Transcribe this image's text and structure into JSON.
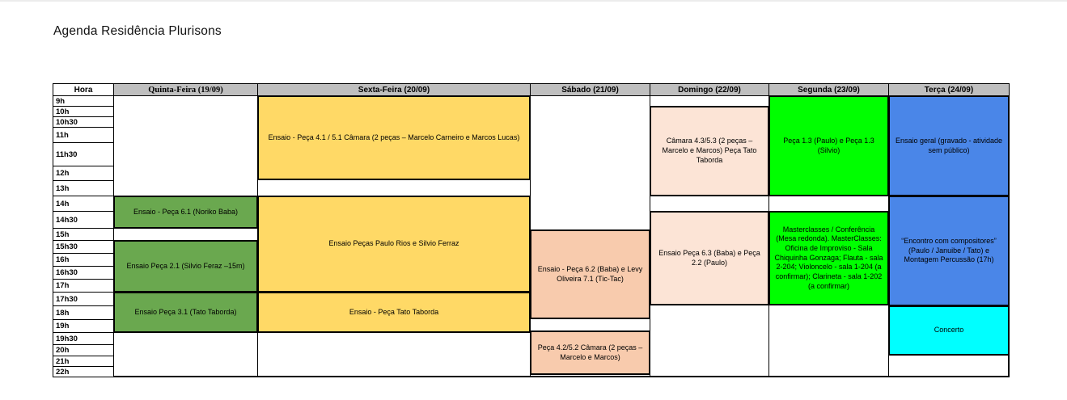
{
  "title": "Agenda Residência Plurisons",
  "colors": {
    "header_bg": "#bfbfbf",
    "quinta_green": "#6aa84f",
    "sexta_yellow": "#ffd966",
    "sabado_orange": "#f8cbad",
    "domingo_peach": "#fce4d6",
    "segunda_green": "#00ff00",
    "terca_blue": "#4a86e8",
    "concerto_cyan": "#00ffff",
    "border": "#000000"
  },
  "table": {
    "hora_header": "Hora",
    "day_headers": [
      "Quinta-Feira (19/09)",
      "Sexta-Feira (20/09)",
      "Sábado (21/09)",
      "Domingo (22/09)",
      "Segunda (23/09)",
      "Terça (24/09)"
    ],
    "time_rows": [
      "9h",
      "10h",
      "10h30",
      "11h",
      "11h30",
      "12h",
      "13h",
      "14h",
      "14h30",
      "15h",
      "15h30",
      "16h",
      "16h30",
      "17h",
      "17h30",
      "18h",
      "19h",
      "19h30",
      "20h",
      "21h",
      "22h"
    ],
    "events": [
      {
        "day": "Quinta-Feira",
        "start": "14h",
        "end": "15h",
        "color": "#6aa84f",
        "text": "Ensaio - Peça 6.1 (Noriko Baba)"
      },
      {
        "day": "Quinta-Feira",
        "start": "15h30",
        "end": "17h30",
        "color": "#6aa84f",
        "text": "Ensaio Peça 2.1 (Silvio Feraz –15m)"
      },
      {
        "day": "Quinta-Feira",
        "start": "17h30",
        "end": "19h30",
        "color": "#6aa84f",
        "text": "Ensaio Peça 3.1 (Tato Taborda)"
      },
      {
        "day": "Sexta-Feira",
        "start": "9h",
        "end": "13h",
        "color": "#ffd966",
        "text": "Ensaio - Peça 4.1 / 5.1 Câmara (2 peças – Marcelo Carneiro e Marcos Lucas)"
      },
      {
        "day": "Sexta-Feira",
        "start": "14h",
        "end": "17h30",
        "color": "#ffd966",
        "text": "Ensaio Peças Paulo Rios e Silvio Ferraz"
      },
      {
        "day": "Sexta-Feira",
        "start": "17h30",
        "end": "19h30",
        "color": "#ffd966",
        "text": "Ensaio - Peça Tato Taborda"
      },
      {
        "day": "Sábado",
        "start": "15h",
        "end": "19h",
        "color": "#f8cbad",
        "text": "Ensaio - Peça 6.2 (Baba) e Levy Oliveira 7.1 (Tic-Tac)"
      },
      {
        "day": "Sábado",
        "start": "19h30",
        "end": "22h",
        "color": "#f8cbad",
        "text": "Peça 4.2/5.2 Câmara (2 peças – Marcelo e Marcos)"
      },
      {
        "day": "Domingo",
        "start": "10h",
        "end": "14h",
        "color": "#fce4d6",
        "text": "Câmara 4.3/5.3 (2 peças – Marcelo e Marcos) Peça Tato Taborda"
      },
      {
        "day": "Domingo",
        "start": "14h30",
        "end": "18h",
        "color": "#fce4d6",
        "text": "Ensaio Peça 6.3 (Baba) e Peça 2.2 (Paulo)"
      },
      {
        "day": "Segunda",
        "start": "9h",
        "end": "14h",
        "color": "#00ff00",
        "text": "Peça 1.3 (Paulo) e Peça 1.3 (Silvio)"
      },
      {
        "day": "Segunda",
        "start": "14h30",
        "end": "18h",
        "color": "#00ff00",
        "text": "Masterclasses / Conferência (Mesa redonda). MasterClasses: Oficina de Improviso - Sala Chiquinha Gonzaga; Flauta - sala 2-204; Violoncelo - sala 1-204 (a confirmar); Clarineta - sala 1-202 (a confirmar)"
      },
      {
        "day": "Terça",
        "start": "9h",
        "end": "14h",
        "color": "#4a86e8",
        "text": "Ensaio geral (gravado - atividade sem público)"
      },
      {
        "day": "Terça",
        "start": "14h",
        "end": "18h",
        "color": "#4a86e8",
        "text": "“Encontro com compositores” (Paulo / Januibe / Tato) e Montagem Percussão (17h)"
      },
      {
        "day": "Terça",
        "start": "18h",
        "end": "21h",
        "color": "#00ffff",
        "text": "Concerto"
      }
    ]
  }
}
